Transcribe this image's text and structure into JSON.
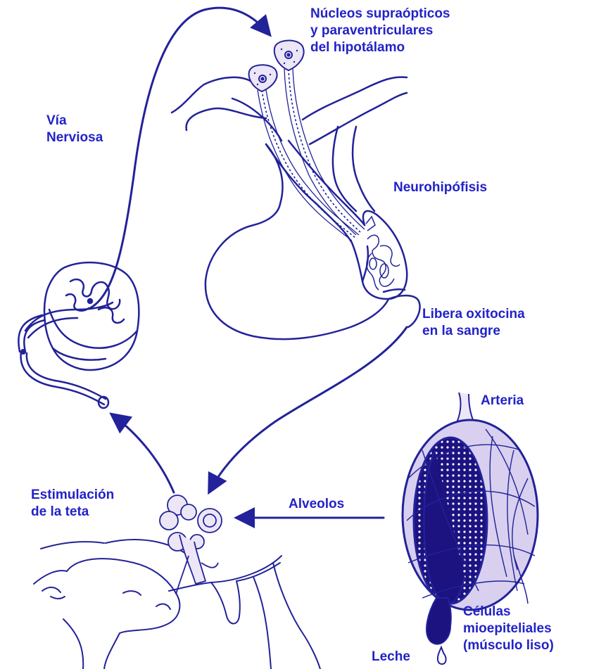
{
  "colors": {
    "ink": "#2222c8",
    "line": "#22229a",
    "fill_light": "#e8e2f4",
    "fill_dark": "#1c1280",
    "background": "#ffffff"
  },
  "labels": {
    "hypothalamus_nuclei": [
      "Núcleos supraópticos",
      "y paraventriculares",
      "del hipotálamo"
    ],
    "nerve_pathway": [
      "Vía",
      "Nerviosa"
    ],
    "neurohypophysis": "Neurohipófisis",
    "releases_oxytocin": [
      "Libera oxitocina",
      "en la sangre"
    ],
    "artery": "Arteria",
    "alveoli": "Alveolos",
    "teat_stimulation": [
      "Estimulación",
      "de la teta"
    ],
    "myoepithelial_cells": [
      "Células",
      "mioepiteliales",
      "(músculo liso)"
    ],
    "milk": "Leche"
  }
}
